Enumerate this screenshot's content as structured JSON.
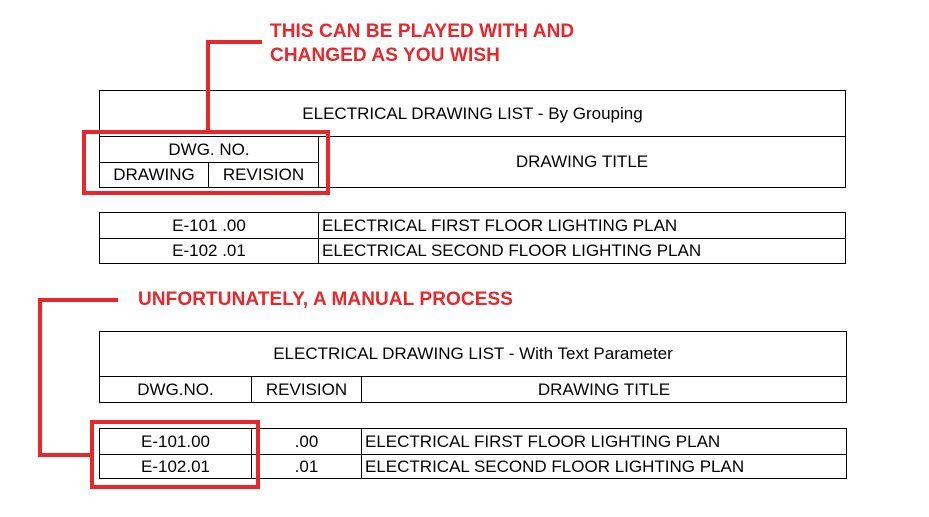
{
  "annotations": {
    "top_line1": "THIS CAN BE PLAYED WITH AND",
    "top_line2": "CHANGED AS YOU WISH",
    "middle": "UNFORTUNATELY, A MANUAL PROCESS"
  },
  "table1": {
    "title": "ELECTRICAL DRAWING LIST - By Grouping",
    "dwg_no_header": "DWG. NO.",
    "drawing_header": "DRAWING",
    "revision_header": "REVISION",
    "title_header": "DRAWING TITLE",
    "rows": [
      {
        "number": "E-101  .00",
        "title": "ELECTRICAL FIRST FLOOR LIGHTING PLAN"
      },
      {
        "number": "E-102  .01",
        "title": "ELECTRICAL SECOND FLOOR LIGHTING PLAN"
      }
    ]
  },
  "table2": {
    "title": "ELECTRICAL DRAWING LIST - With Text Parameter",
    "dwg_no_header": "DWG.NO.",
    "revision_header": "REVISION",
    "title_header": "DRAWING TITLE",
    "rows": [
      {
        "number": "E-101.00",
        "revision": ".00",
        "title": "ELECTRICAL FIRST FLOOR LIGHTING PLAN"
      },
      {
        "number": "E-102.01",
        "revision": ".01",
        "title": "ELECTRICAL SECOND FLOOR LIGHTING PLAN"
      }
    ]
  },
  "colors": {
    "annotation": "#e8262b",
    "lines": "#000000",
    "background": "#ffffff"
  }
}
